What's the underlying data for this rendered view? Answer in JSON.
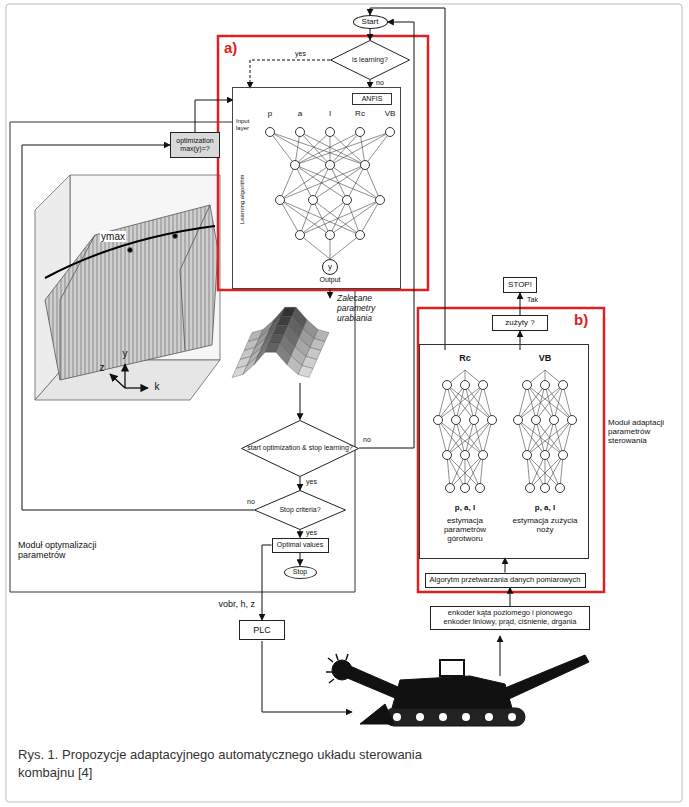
{
  "diagram": {
    "caption": "Rys. 1. Propozycje adaptacyjnego automatycznego układu sterowania kombajnu [4]",
    "nodes": [
      {
        "text": [
          "Start"
        ]
      },
      {
        "text": [
          "is learning?"
        ]
      },
      {
        "text": [
          "ANFIS"
        ]
      },
      {
        "text": [
          "y",
          "Output"
        ],
        "in": 2
      },
      {
        "text": [
          "Moduł optymalizacji parametrów"
        ]
      },
      {
        "text": [
          "optimization max(y)=?"
        ],
        "in": 4
      },
      {
        "text": [
          "Zalecane parametry urabiania"
        ],
        "in": 4
      },
      {
        "text": [
          "start optimization & stop learning?"
        ],
        "in": 4
      },
      {
        "text": [
          "Stop criteria?"
        ],
        "in": 4
      },
      {
        "text": [
          "Optimal values"
        ],
        "in": 4
      },
      {
        "text": [
          "Stop"
        ],
        "in": 4
      },
      {
        "text": [
          "PLC"
        ]
      },
      {
        "text": [
          "STOP!"
        ]
      },
      {
        "text": [
          "zużyty ?"
        ]
      },
      {
        "text": [
          "Moduł adaptacji parametrów sterowania"
        ]
      },
      {
        "text": [
          "Rc",
          "p, a, I",
          "estymacja parametrów górotworu"
        ],
        "in": 14
      },
      {
        "text": [
          "VB",
          "p, a, I",
          "estymacja zużycia noży"
        ],
        "in": 14
      },
      {
        "text": [
          "Algorytm przetwarzania danych pomiarowych"
        ]
      },
      {
        "text": [
          "enkoder kąta poziomego i pionowego enkoder liniowy, prąd, ciśnienie, drgania"
        ]
      }
    ],
    "edges": [
      {
        "from": 0,
        "to": 1,
        "arrow": "to"
      },
      {
        "from": 1,
        "to": 2,
        "label": "no",
        "arrow": "to"
      },
      {
        "from": 1,
        "to": 2,
        "label": "yes",
        "arrow": "to"
      },
      {
        "from": 3,
        "to": 6,
        "arrow": "to"
      },
      {
        "from": 6,
        "to": 7,
        "arrow": "to"
      },
      {
        "from": 7,
        "to": 8,
        "label": "yes",
        "arrow": "to"
      },
      {
        "from": 8,
        "to": 9,
        "label": "yes",
        "arrow": "to"
      },
      {
        "from": 8,
        "to": 5,
        "label": "no",
        "arrow": "to"
      },
      {
        "from": 9,
        "to": 10,
        "arrow": "to"
      },
      {
        "from": 5,
        "to": 2,
        "arrow": "to"
      },
      {
        "from": 7,
        "to": 0,
        "label": "no",
        "arrow": "to"
      },
      {
        "from": 9,
        "to": 11,
        "label": "vobr, h, z",
        "arrow": "to"
      },
      {
        "from": 18,
        "to": 17,
        "arrow": "to"
      },
      {
        "from": 17,
        "to": 14,
        "arrow": "to"
      },
      {
        "from": 15,
        "to": 0,
        "arrow": "to"
      },
      {
        "from": 16,
        "to": 13,
        "arrow": "to"
      },
      {
        "from": 13,
        "to": 12,
        "label": "Tak",
        "arrow": "to"
      }
    ],
    "labels": [
      "a)",
      "b)",
      "p",
      "a",
      "I",
      "Rc",
      "VB",
      "Input layer",
      "Learning algorithm",
      "ymax",
      "z",
      "y",
      "k"
    ]
  }
}
